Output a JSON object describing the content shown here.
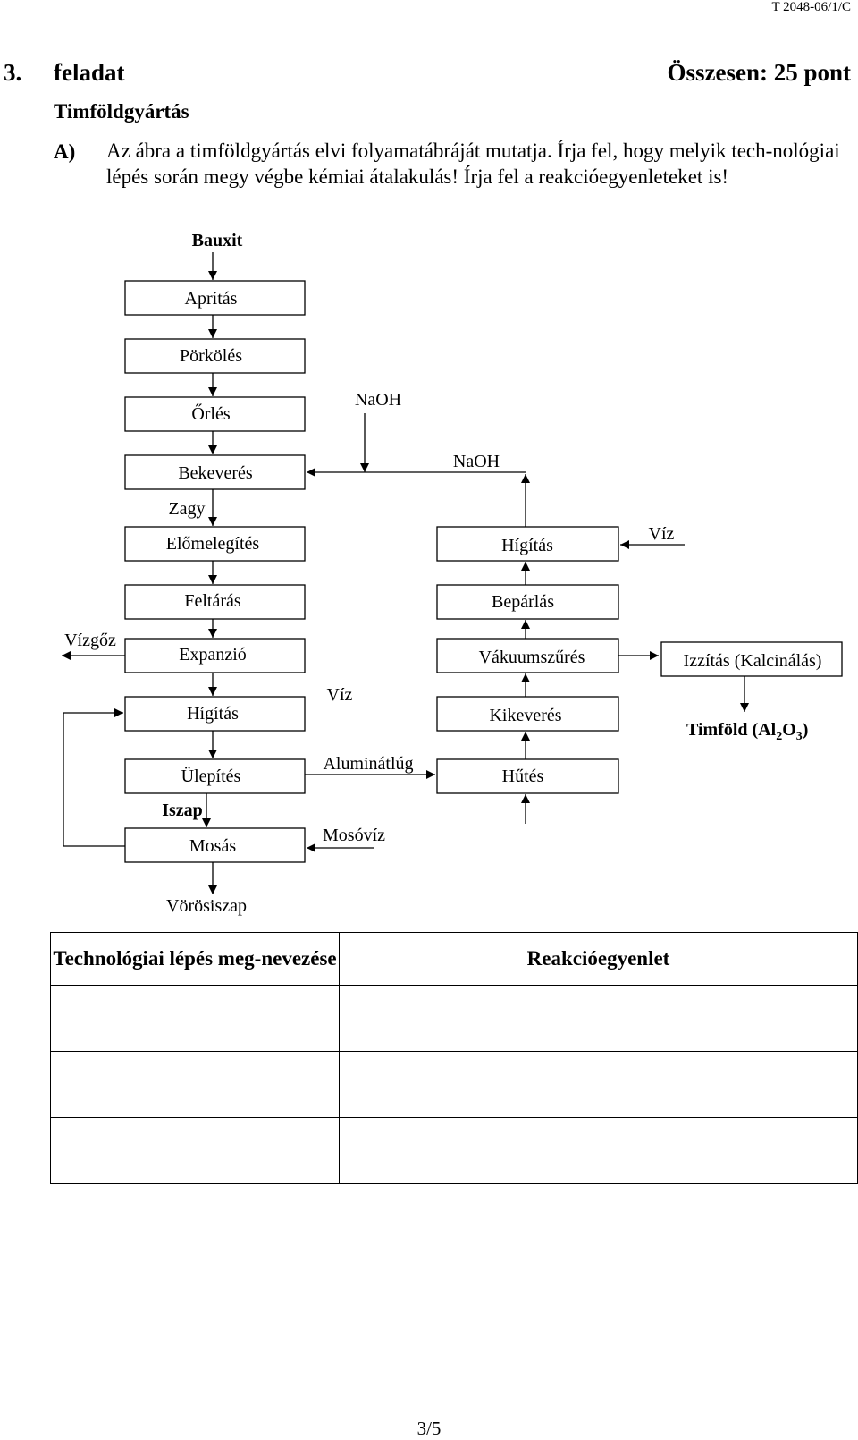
{
  "header": {
    "code": "T 2048-06/1/C"
  },
  "task": {
    "number": "3.",
    "word": "feladat",
    "total": "Összesen: 25 pont",
    "subtitle": "Timföldgyártás"
  },
  "part_a": {
    "label": "A)",
    "instruction": "Az ábra a timföldgyártás elvi folyamatábráját mutatja. Írja fel, hogy melyik tech-nológiai lépés során megy végbe kémiai átalakulás! Írja fel a reakcióegyenleteket is!"
  },
  "diagram": {
    "input": "Bauxit",
    "steps": [
      "Aprítás",
      "Pörkölés",
      "Őrlés",
      "Bekeverés",
      "Előmelegítés",
      "Feltárás",
      "Expanzió",
      "Hígítás",
      "Ülepítés",
      "Mosás"
    ],
    "right_steps": [
      "Hígítás",
      "Bepárlás",
      "Vákuumszűrés",
      "Kikeverés",
      "Hűtés"
    ],
    "calcination": "Izzítás (Kalcinálás)",
    "product": {
      "main": "Timföld (Al",
      "sub1": "2",
      "mid": "O",
      "sub2": "3",
      "end": ")"
    },
    "labels": {
      "naoh_1": "NaOH",
      "naoh_2": "NaOH",
      "zagy": "Zagy",
      "viz_1": "Víz",
      "vizgoz": "Vízgőz",
      "viz_2": "Víz",
      "aluminatlug": "Aluminátlúg",
      "iszap": "Iszap",
      "mosoviz": "Mosóvíz",
      "vorosiszap": "Vörösiszap"
    }
  },
  "answer_table": {
    "headers": [
      "Technológiai lépés meg-nevezése",
      "Reakcióegyenlet"
    ],
    "row_count": 3
  },
  "footer": {
    "page": "3/5"
  }
}
